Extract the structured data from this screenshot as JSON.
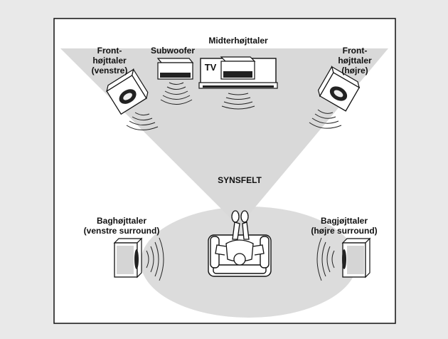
{
  "labels": {
    "front_left": [
      "Front-",
      "højttaler",
      "(venstre)"
    ],
    "subwoofer": "Subwoofer",
    "center": "Midterhøjttaler",
    "front_right": [
      "Front-",
      "højttaler",
      "(højre)"
    ],
    "tv": "TV",
    "field_of_view": "SYNSFELT",
    "rear_left": [
      "Baghøjttaler",
      "(venstre surround)"
    ],
    "rear_right": [
      "Bagjøjttaler",
      "(højre surround)"
    ]
  },
  "colors": {
    "background": "#e9e9e9",
    "panel": "#ffffff",
    "cone": "#d9d9d9",
    "floor": "#dcdcdc",
    "ink": "#111111"
  }
}
